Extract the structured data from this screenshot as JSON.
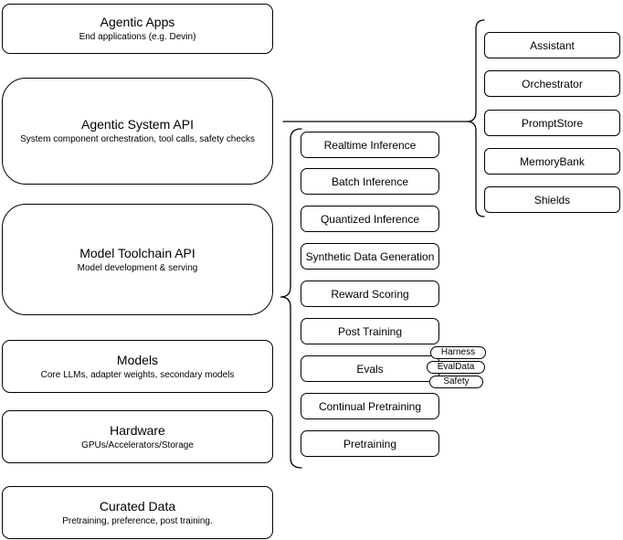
{
  "stack": [
    {
      "title": "Agentic Apps",
      "subtitle": "End applications (e.g. Devin)"
    },
    {
      "title": "Agentic System API",
      "subtitle": "System component orchestration, tool calls, safety checks"
    },
    {
      "title": "Model Toolchain API",
      "subtitle": "Model development & serving"
    },
    {
      "title": "Models",
      "subtitle": "Core LLMs, adapter weights, secondary models"
    },
    {
      "title": "Hardware",
      "subtitle": "GPUs/Accelerators/Storage"
    },
    {
      "title": "Curated Data",
      "subtitle": "Pretraining, preference, post training."
    }
  ],
  "toolchain_services": [
    "Realtime Inference",
    "Batch Inference",
    "Quantized Inference",
    "Synthetic Data Generation",
    "Reward Scoring",
    "Post Training",
    "Evals",
    "Continual Pretraining",
    "Pretraining"
  ],
  "eval_components": [
    "Harness",
    "EvalData",
    "Safety"
  ],
  "system_components": [
    "Assistant",
    "Orchestrator",
    "PromptStore",
    "MemoryBank",
    "Shields"
  ],
  "colors": {
    "border": "#000000",
    "background": "#ffffff",
    "text": "#000000"
  }
}
